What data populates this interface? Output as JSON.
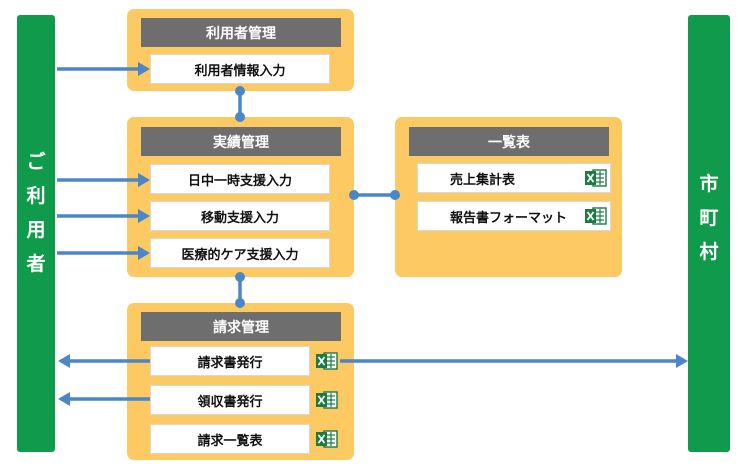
{
  "left_actor": {
    "chars": [
      "ご",
      "利",
      "用",
      "者"
    ]
  },
  "right_actor": {
    "chars": [
      "市",
      "町",
      "村"
    ]
  },
  "users_panel": {
    "title": "利用者管理",
    "items": [
      "利用者情報入力"
    ]
  },
  "records_panel": {
    "title": "実績管理",
    "items": [
      "日中一時支援入力",
      "移動支援入力",
      "医療的ケア支援入力"
    ]
  },
  "lists_panel": {
    "title": "一覧表",
    "items": [
      "売上集計表",
      "報告書フォーマット"
    ]
  },
  "billing_panel": {
    "title": "請求管理",
    "items": [
      "請求書発行",
      "領収書発行",
      "請求一覧表"
    ]
  },
  "colors": {
    "actor": "#0f9a4c",
    "panel": "#fdc962",
    "title": "#6e6e6e",
    "arrow": "#4a86c8",
    "excel": "#1d7a43"
  },
  "icons": {
    "excel": "excel-icon"
  }
}
